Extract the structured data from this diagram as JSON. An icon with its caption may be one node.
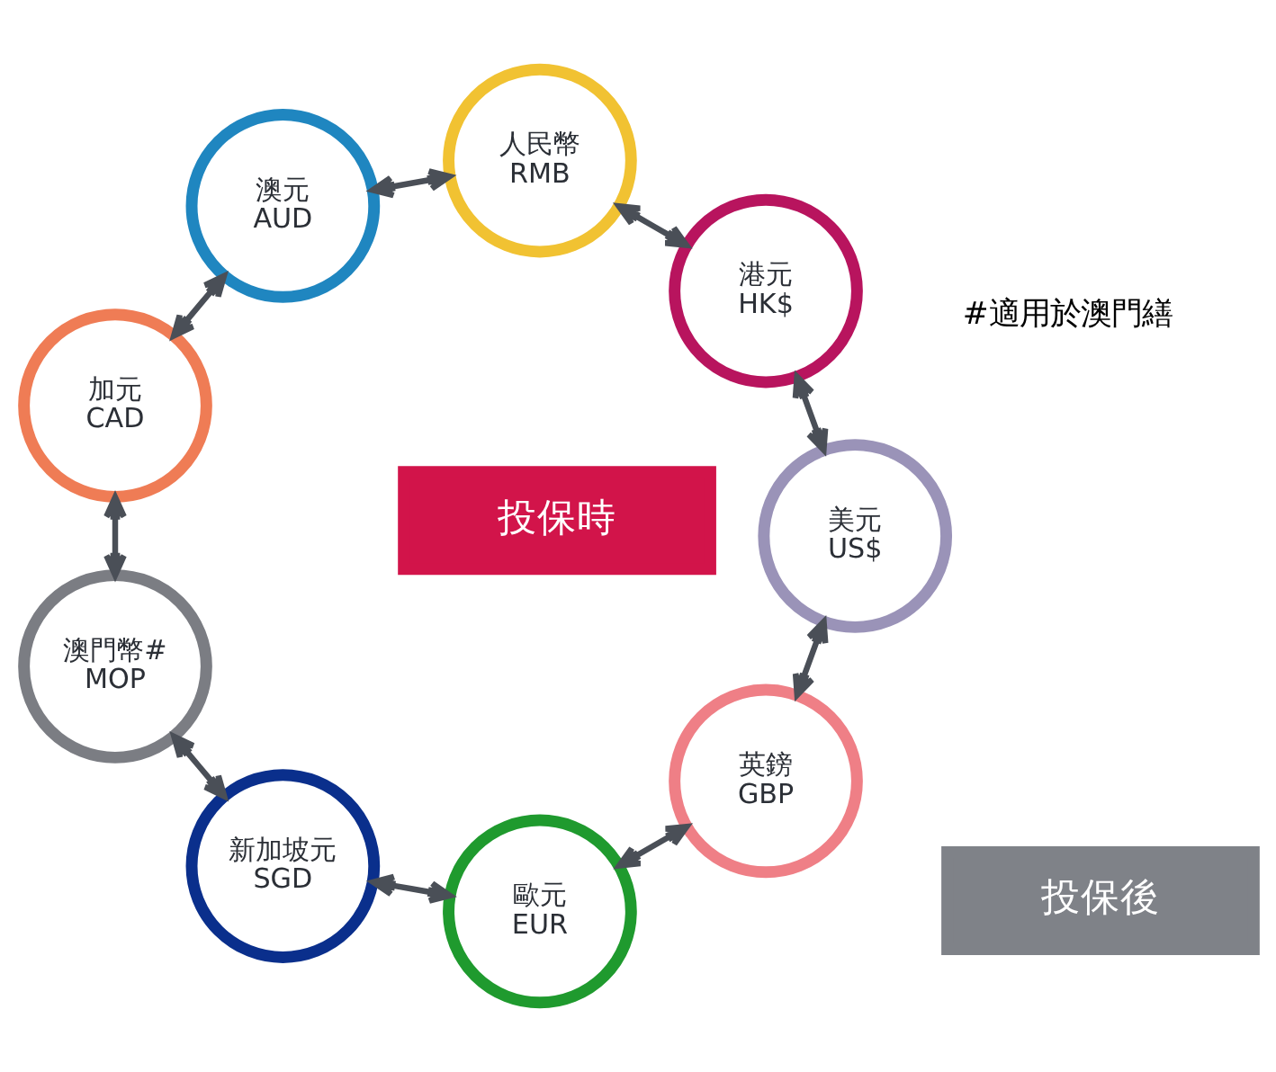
{
  "diagram": {
    "nodes": [
      {
        "text": [
          "投保時"
        ]
      },
      {
        "text": [
          "投保後"
        ]
      },
      {
        "text": [
          "英鎊",
          "GBP"
        ]
      },
      {
        "text": [
          "歐元",
          "EUR"
        ]
      },
      {
        "text": [
          "新加坡元",
          "SGD"
        ]
      },
      {
        "text": [
          "澳門幣#",
          "MOP"
        ]
      },
      {
        "text": [
          "加元",
          "CAD"
        ]
      },
      {
        "text": [
          "澳元",
          "AUD"
        ]
      },
      {
        "text": [
          "人民幣",
          "RMB"
        ]
      },
      {
        "text": [
          "港元",
          "HK$"
        ]
      },
      {
        "text": [
          "美元",
          "US$"
        ]
      }
    ],
    "edges": [
      {
        "from": 2,
        "to": 3,
        "arrow": "both"
      },
      {
        "from": 3,
        "to": 4,
        "arrow": "both"
      },
      {
        "from": 4,
        "to": 5,
        "arrow": "both"
      },
      {
        "from": 5,
        "to": 6,
        "arrow": "both"
      },
      {
        "from": 6,
        "to": 7,
        "arrow": "both"
      },
      {
        "from": 7,
        "to": 8,
        "arrow": "both"
      },
      {
        "from": 8,
        "to": 9,
        "arrow": "both"
      },
      {
        "from": 9,
        "to": 10,
        "arrow": "both"
      },
      {
        "from": 10,
        "to": 2,
        "arrow": "both"
      }
    ],
    "labels": [
      "#適用於澳門繕"
    ]
  }
}
